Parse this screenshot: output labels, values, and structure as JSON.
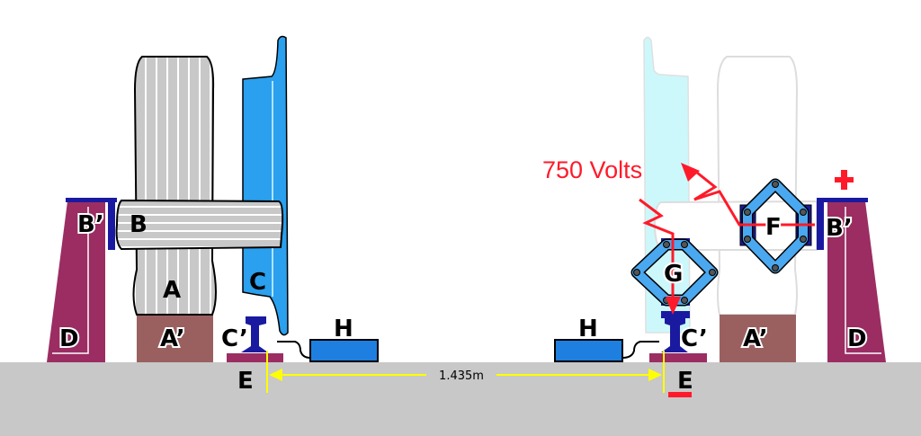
{
  "labels": {
    "A": "A",
    "A_prime": "A’",
    "B": "B",
    "B_prime": "B’",
    "C": "C",
    "C_prime": "C’",
    "D": "D",
    "E": "E",
    "F": "F",
    "G": "G",
    "H": "H"
  },
  "voltage": "750 Volts",
  "gauge": "1.435m",
  "polarity": {
    "positive": "+",
    "negative": "−"
  },
  "colors": {
    "ground": "#c8c8c8",
    "wheel": "#c8c8c8",
    "flange": "#2aa0ee",
    "support": "#9b2d63",
    "bearing_block": "#9a6060",
    "dark_blue": "#1a1aa0",
    "shoe": "#4aa8f0",
    "live": "#ff1a2a",
    "dimension": "#ffff00"
  }
}
